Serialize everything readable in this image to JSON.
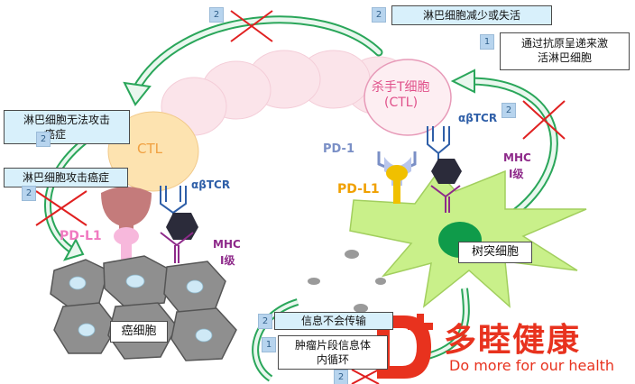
{
  "labels": {
    "killer_t_cell": "杀手T细胞",
    "ctl_paren": "(CTL)",
    "ctl": "CTL",
    "pd1": "PD-1",
    "pdl1_right": "PD-L1",
    "pdl1_left": "PD-L1",
    "abtcr_right": "αβTCR",
    "abtcr_left": "αβTCR",
    "mhc_right_1": "MHC",
    "mhc_right_2": "I级",
    "mhc_left_1": "MHC",
    "mhc_left_2": "I级"
  },
  "boxes": {
    "lymph_decrease": "淋巴细胞减少或失活",
    "activate_1": "通过抗原呈递来激",
    "activate_2": "活淋巴细胞",
    "cannot_attack_1": "淋巴细胞无法攻击",
    "cannot_attack_2": "癌症",
    "attack_cancer": "淋巴细胞攻击癌症",
    "dendritic": "树突细胞",
    "cancer_cell": "癌细胞",
    "info_not_transmit": "信息不会传输",
    "tumor_fragment_1": "肿瘤片段信息",
    "tumor_fragment_2": "内循环",
    "tumor_fragment_tail": "体"
  },
  "markers": {
    "n_top_left": "2",
    "n_top_right": "2",
    "n_activate": "1",
    "n_right_mid": "2",
    "n_cannot": "2",
    "n_attack": "2",
    "n_info": "2",
    "n_tumor": "1",
    "n_bottom": "2"
  },
  "logo": {
    "cn": "多睦健康",
    "en": "Do more for our health"
  },
  "colors": {
    "arrow_green": "#2aa65a",
    "arrow_fill": "#e9f7ee",
    "cross_red": "#e02020",
    "ctl_fill": "#fde3b0",
    "killer_text": "#e0508a",
    "pdl1_yellow": "#f0c000",
    "pdl1_pink": "#f07ac0",
    "mhc_purple": "#8e2a8a",
    "tcr_blue": "#2f5fa8",
    "dendritic_green": "#c9f08a",
    "logo_red": "#e8321e"
  }
}
